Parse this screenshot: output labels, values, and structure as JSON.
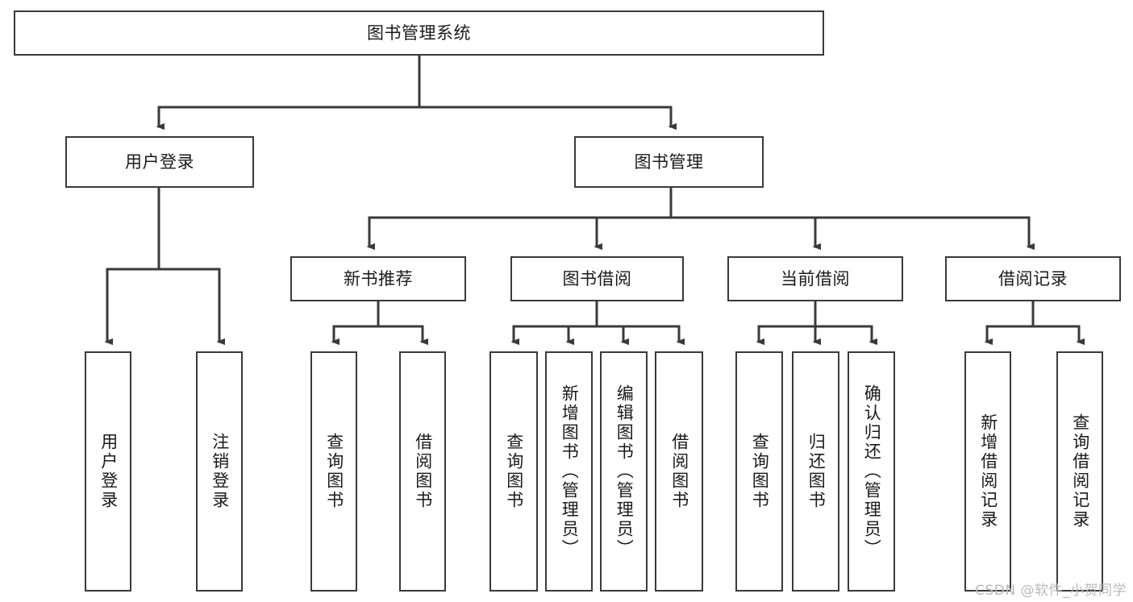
{
  "diagram": {
    "type": "tree-hierarchy",
    "title": "图书管理系统",
    "orientation": "top-down",
    "colors": {
      "box_border": "#3a3a3a",
      "box_fill": "#ffffff",
      "edge": "#3a3a3a",
      "text": "#1a1a1a",
      "watermark": "#b9b9b9"
    }
  },
  "nodes": {
    "root": {
      "label": "图书管理系统",
      "level": 0
    },
    "level1": [
      {
        "id": "user-login",
        "label": "用户登录"
      },
      {
        "id": "book-management",
        "label": "图书管理"
      }
    ],
    "level2": [
      {
        "id": "new-book-recommend",
        "label": "新书推荐",
        "parent": "book-management"
      },
      {
        "id": "book-borrow",
        "label": "图书借阅",
        "parent": "book-management"
      },
      {
        "id": "current-borrow",
        "label": "当前借阅",
        "parent": "book-management"
      },
      {
        "id": "borrow-record",
        "label": "借阅记录",
        "parent": "book-management"
      }
    ],
    "leaves": [
      {
        "id": "leaf-user-login",
        "label": "用户登录",
        "parent": "user-login"
      },
      {
        "id": "leaf-logout-login",
        "label": "注销登录",
        "parent": "user-login"
      },
      {
        "id": "leaf-query-book-1",
        "label": "查询图书",
        "parent": "new-book-recommend"
      },
      {
        "id": "leaf-borrow-book-1",
        "label": "借阅图书",
        "parent": "new-book-recommend"
      },
      {
        "id": "leaf-query-book-2",
        "label": "查询图书",
        "parent": "book-borrow"
      },
      {
        "id": "leaf-add-book",
        "label": "新增图书（管理员）",
        "parent": "book-borrow"
      },
      {
        "id": "leaf-edit-book",
        "label": "编辑图书（管理员）",
        "parent": "book-borrow"
      },
      {
        "id": "leaf-borrow-book-2",
        "label": "借阅图书",
        "parent": "book-borrow"
      },
      {
        "id": "leaf-query-book-3",
        "label": "查询图书",
        "parent": "current-borrow"
      },
      {
        "id": "leaf-return-book",
        "label": "归还图书",
        "parent": "current-borrow"
      },
      {
        "id": "leaf-confirm-return",
        "label": "确认归还（管理员）",
        "parent": "current-borrow"
      },
      {
        "id": "leaf-add-record",
        "label": "新增借阅记录",
        "parent": "borrow-record"
      },
      {
        "id": "leaf-query-record",
        "label": "查询借阅记录",
        "parent": "borrow-record"
      }
    ]
  },
  "watermark": {
    "text": "CSDN @软件_小贺同学"
  }
}
